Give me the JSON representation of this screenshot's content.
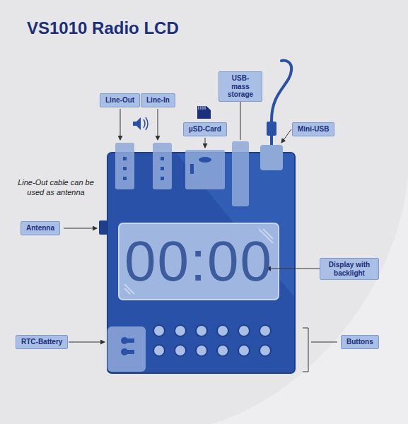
{
  "diagram": {
    "title": "VS1010 Radio LCD",
    "nodes": [
      {
        "text": [
          "Line-Out"
        ]
      },
      {
        "text": [
          "Line-In"
        ]
      },
      {
        "text": [
          "USB-mass storage"
        ]
      },
      {
        "text": [
          "µSD-Card"
        ]
      },
      {
        "text": [
          "Mini-USB"
        ]
      },
      {
        "text": [
          "Antenna"
        ]
      },
      {
        "text": [
          "Display with backlight"
        ]
      },
      {
        "text": [
          "RTC-Battery"
        ]
      },
      {
        "text": [
          "Buttons"
        ]
      }
    ],
    "labels": [
      "Line-Out cable can be used as antenna",
      "00:00"
    ]
  }
}
